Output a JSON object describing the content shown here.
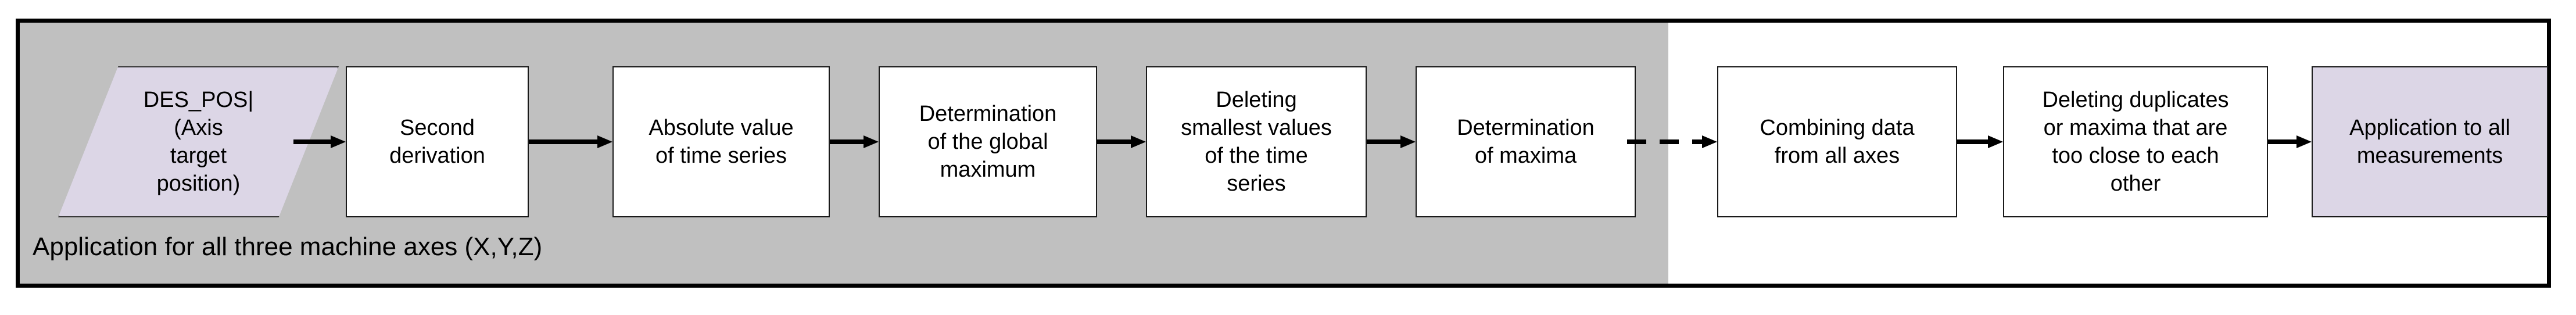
{
  "figure": {
    "type": "flowchart",
    "orientation": "left-to-right",
    "group": {
      "caption": "Application for all three machine axes (X,Y,Z)",
      "fill_color": "#c0c0c0"
    },
    "colors": {
      "group_gray": "#c0c0c0",
      "accent_lavender": "#dcd6e6",
      "node_white": "#ffffff",
      "stroke_black": "#000000"
    },
    "nodes": [
      {
        "id": "des-pos",
        "shape": "parallelogram",
        "label": "DES_POS|\n(Axis\ntarget\nposition)",
        "line1": "DES_POS|",
        "line2": "(Axis",
        "line3": "target",
        "line4": "position)",
        "fill": "#dcd6e6",
        "in_group": true
      },
      {
        "id": "second-derivation",
        "shape": "rectangle",
        "line1": "Second",
        "line2": "derivation",
        "fill": "#ffffff",
        "in_group": true
      },
      {
        "id": "absolute-value",
        "shape": "rectangle",
        "line1": "Absolute value",
        "line2": "of time series",
        "fill": "#ffffff",
        "in_group": true
      },
      {
        "id": "global-maximum",
        "shape": "rectangle",
        "line1": "Determination",
        "line2": "of the global",
        "line3": "maximum",
        "fill": "#ffffff",
        "in_group": true
      },
      {
        "id": "delete-smallest",
        "shape": "rectangle",
        "line1": "Deleting",
        "line2": "smallest values",
        "line3": "of the time",
        "line4": "series",
        "fill": "#ffffff",
        "in_group": true
      },
      {
        "id": "determination-maxima",
        "shape": "rectangle",
        "line1": "Determination",
        "line2": "of maxima",
        "fill": "#ffffff",
        "in_group": true
      },
      {
        "id": "combining-data",
        "shape": "rectangle",
        "line1": "Combining data",
        "line2": "from all axes",
        "fill": "#ffffff",
        "in_group": false
      },
      {
        "id": "delete-duplicates",
        "shape": "rectangle",
        "line1": "Deleting duplicates",
        "line2": "or maxima that are",
        "line3": "too close to each",
        "line4": "other",
        "fill": "#ffffff",
        "in_group": false
      },
      {
        "id": "apply-all-measurements",
        "shape": "rectangle",
        "line1": "Application to all",
        "line2": "measurements",
        "fill": "#dcd6e6",
        "in_group": false
      }
    ],
    "edges": [
      {
        "id": "e1",
        "from": "des-pos",
        "to": "second-derivation",
        "style": "solid"
      },
      {
        "id": "e2",
        "from": "second-derivation",
        "to": "absolute-value",
        "style": "solid"
      },
      {
        "id": "e3",
        "from": "absolute-value",
        "to": "global-maximum",
        "style": "solid"
      },
      {
        "id": "e4",
        "from": "global-maximum",
        "to": "delete-smallest",
        "style": "solid"
      },
      {
        "id": "e5",
        "from": "delete-smallest",
        "to": "determination-maxima",
        "style": "solid"
      },
      {
        "id": "e6",
        "from": "determination-maxima",
        "to": "combining-data",
        "style": "dashed"
      },
      {
        "id": "e7",
        "from": "combining-data",
        "to": "delete-duplicates",
        "style": "solid"
      },
      {
        "id": "e8",
        "from": "delete-duplicates",
        "to": "apply-all-measurements",
        "style": "solid"
      }
    ]
  }
}
